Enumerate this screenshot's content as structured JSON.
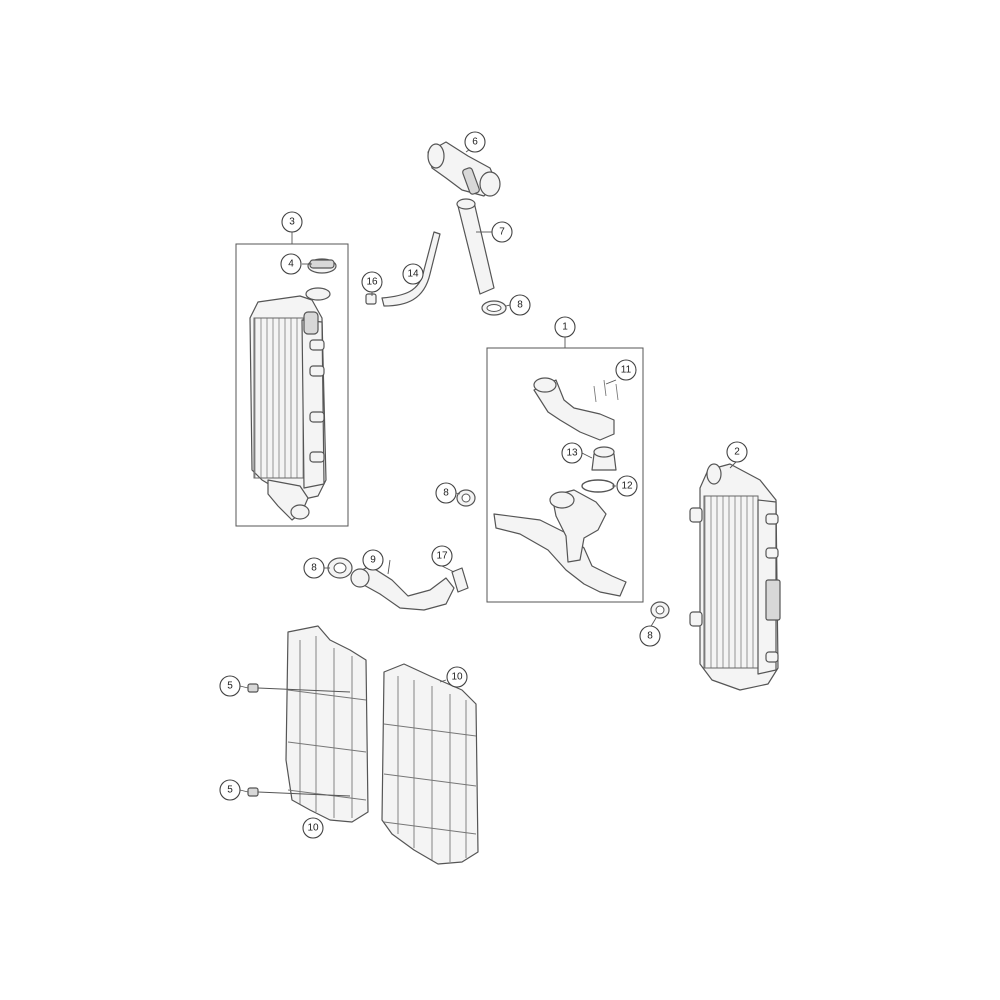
{
  "diagram": {
    "callouts": [
      {
        "id": "c1",
        "label": "1"
      },
      {
        "id": "c2",
        "label": "2"
      },
      {
        "id": "c3",
        "label": "3"
      },
      {
        "id": "c4",
        "label": "4"
      },
      {
        "id": "c5a",
        "label": "5"
      },
      {
        "id": "c5b",
        "label": "5"
      },
      {
        "id": "c6",
        "label": "6"
      },
      {
        "id": "c7",
        "label": "7"
      },
      {
        "id": "c8a",
        "label": "8"
      },
      {
        "id": "c8b",
        "label": "8"
      },
      {
        "id": "c8c",
        "label": "8"
      },
      {
        "id": "c8d",
        "label": "8"
      },
      {
        "id": "c9",
        "label": "9"
      },
      {
        "id": "c10a",
        "label": "10"
      },
      {
        "id": "c10b",
        "label": "10"
      },
      {
        "id": "c11",
        "label": "11"
      },
      {
        "id": "c12",
        "label": "12"
      },
      {
        "id": "c13",
        "label": "13"
      },
      {
        "id": "c14",
        "label": "14"
      },
      {
        "id": "c16",
        "label": "16"
      },
      {
        "id": "c17",
        "label": "17"
      }
    ]
  }
}
